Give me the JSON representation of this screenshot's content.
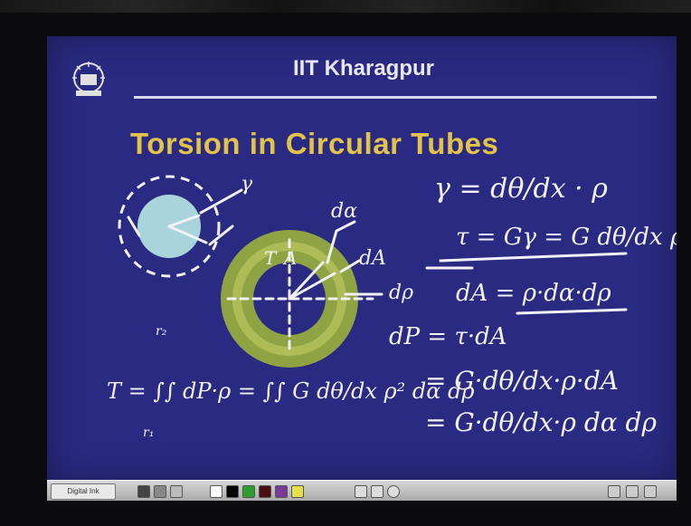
{
  "header": {
    "institution": "IIT Kharagpur"
  },
  "slide": {
    "title": "Torsion in Circular Tubes"
  },
  "handwriting": {
    "eq1": "γ = dθ/dx · ρ",
    "eq2": "τ = Gγ = G dθ/dx ρ",
    "eq3": "dA = ρ·dα·dρ",
    "eq4": "dP = τ·dA",
    "eq5": "= G·dθ/dx·ρ·dA",
    "eq6": "= G·dθ/dx·ρ dα dρ",
    "torque": "T = ∫∫ dP·ρ = ∫∫ G dθ/dx ρ² dα dρ",
    "labels": [
      "dα",
      "dA",
      "dρ",
      "γ",
      "T",
      "A",
      "r₂",
      "r₁"
    ]
  },
  "colors": {
    "slide_bg": "#2a2a83",
    "title": "#e3c24a",
    "header": "#e8e8f4",
    "ink": "#f1f1f6",
    "ring": "#9bb03c",
    "disc": "#a9d4dc"
  },
  "taskbar": {
    "start_label": "Digital Ink"
  }
}
